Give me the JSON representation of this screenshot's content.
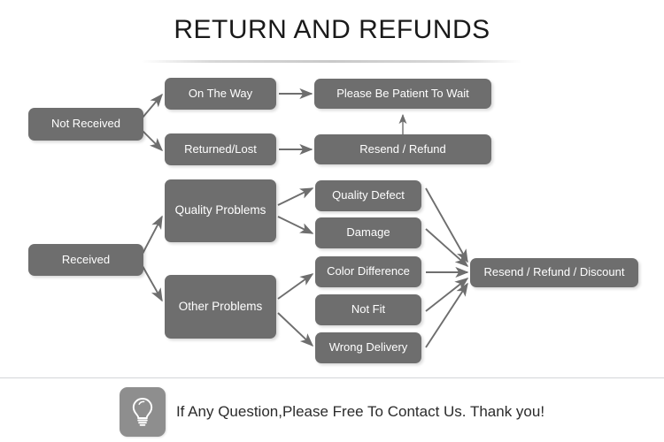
{
  "header": {
    "title": "RETURN AND REFUNDS",
    "divider": "title-divider"
  },
  "colors": {
    "node_fill": "#6e6e6e",
    "node_text": "#ffffff",
    "arrow": "#6e6e6e",
    "page_background": "#ffffff",
    "title_text": "#1a1a1a",
    "footer_rule": "#d4d6d8",
    "footer_icon_bg": "#8e8e8e"
  },
  "flowchart": {
    "nodes": {
      "not_received": "Not Received",
      "on_the_way": "On The Way",
      "returned_lost": "Returned/Lost",
      "please_wait": "Please Be Patient To Wait",
      "resend_refund": "Resend / Refund",
      "received": "Received",
      "quality_problems": "Quality Problems",
      "other_problems": "Other Problems",
      "quality_defect": "Quality Defect",
      "damage": "Damage",
      "color_difference": "Color Difference",
      "not_fit": "Not Fit",
      "wrong_delivery": "Wrong Delivery",
      "resend_refund_discount": "Resend / Refund / Discount"
    },
    "edges": [
      {
        "from": "not_received",
        "to": "on_the_way"
      },
      {
        "from": "not_received",
        "to": "returned_lost"
      },
      {
        "from": "on_the_way",
        "to": "please_wait"
      },
      {
        "from": "returned_lost",
        "to": "resend_refund"
      },
      {
        "from": "resend_refund",
        "to": "please_wait"
      },
      {
        "from": "received",
        "to": "quality_problems"
      },
      {
        "from": "received",
        "to": "other_problems"
      },
      {
        "from": "quality_problems",
        "to": "quality_defect"
      },
      {
        "from": "quality_problems",
        "to": "damage"
      },
      {
        "from": "other_problems",
        "to": "color_difference"
      },
      {
        "from": "other_problems",
        "to": "wrong_delivery"
      },
      {
        "from": "quality_defect",
        "to": "resend_refund_discount"
      },
      {
        "from": "damage",
        "to": "resend_refund_discount"
      },
      {
        "from": "color_difference",
        "to": "resend_refund_discount"
      },
      {
        "from": "not_fit",
        "to": "resend_refund_discount"
      },
      {
        "from": "wrong_delivery",
        "to": "resend_refund_discount"
      }
    ]
  },
  "footer": {
    "icon": "lightbulb-icon",
    "message": "If Any Question,Please Free To Contact Us. Thank you!"
  }
}
